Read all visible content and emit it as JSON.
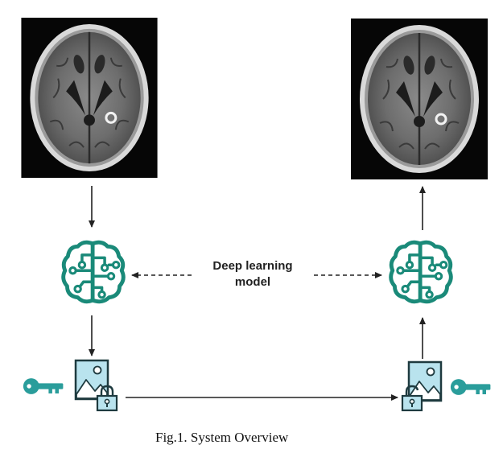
{
  "diagram": {
    "model_label_line1": "Deep learning",
    "model_label_line2": "model",
    "caption": "Fig.1. System Overview",
    "colors": {
      "brain": "#1a8a79",
      "key": "#2a9d9b",
      "image_fill": "#b9e3ee",
      "image_stroke": "#1e3a3f",
      "arrow": "#222222"
    },
    "nodes": [
      {
        "name": "input-ct-scan",
        "icon": "brain-ct-scan-image"
      },
      {
        "name": "encoder-model",
        "icon": "neural-brain-icon"
      },
      {
        "name": "encrypted-image",
        "icon": "locked-image-icon"
      },
      {
        "name": "secret-key-left",
        "icon": "key-icon"
      },
      {
        "name": "decrypted-image",
        "icon": "unlocked-image-icon"
      },
      {
        "name": "secret-key-right",
        "icon": "key-icon"
      },
      {
        "name": "decoder-model",
        "icon": "neural-brain-icon"
      },
      {
        "name": "output-ct-scan",
        "icon": "brain-ct-scan-image"
      }
    ]
  }
}
